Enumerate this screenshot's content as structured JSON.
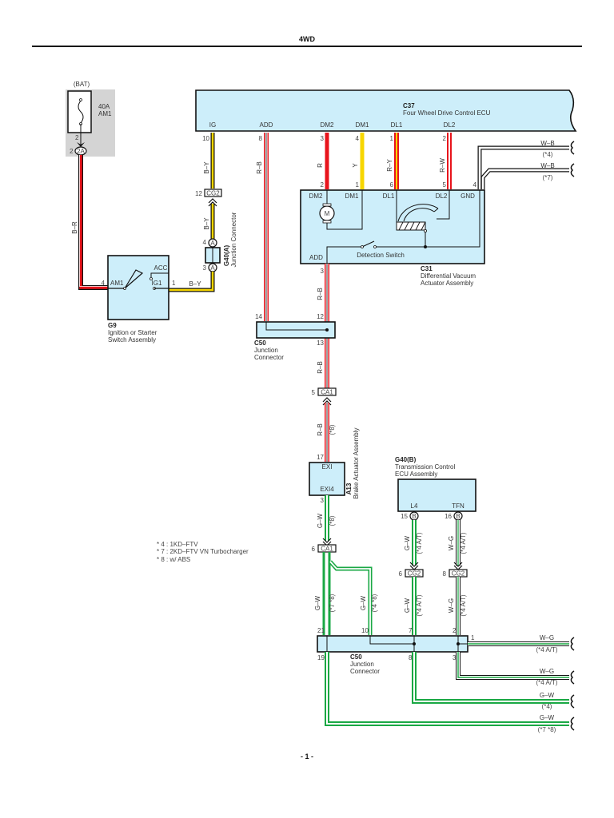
{
  "page": {
    "title": "4WD",
    "page_number": "- 1 -"
  },
  "components": {
    "fuse": {
      "label_top": "(BAT)",
      "rating": "40A",
      "name": "AM1",
      "pin": "2",
      "connector": "2A",
      "connector_pin": "2"
    },
    "c37": {
      "code": "C37",
      "name": "Four Wheel Drive Control ECU",
      "terminals": [
        {
          "name": "IG",
          "pin": "10"
        },
        {
          "name": "ADD",
          "pin": "8"
        },
        {
          "name": "DM2",
          "pin": "3"
        },
        {
          "name": "DM1",
          "pin": "4"
        },
        {
          "name": "DL1",
          "pin": "1"
        },
        {
          "name": "DL2",
          "pin": "2"
        }
      ]
    },
    "c31": {
      "code": "C31",
      "name_line1": "Differential Vacuum",
      "name_line2": "Actuator Assembly",
      "terminals": [
        {
          "name": "DM2",
          "pin": "2"
        },
        {
          "name": "DM1",
          "pin": "1"
        },
        {
          "name": "DL1",
          "pin": "6"
        },
        {
          "name": "DL2",
          "pin": "5"
        },
        {
          "name": "GND",
          "pin": "4"
        },
        {
          "name": "ADD",
          "pin": "3"
        }
      ],
      "motor_label": "M",
      "switch_label": "Detection Switch"
    },
    "g9": {
      "code": "G9",
      "name_line1": "Ignition or Starter",
      "name_line2": "Switch Assembly",
      "terminals": [
        {
          "name": "AM1",
          "pin": "4"
        },
        {
          "name": "IG1",
          "pin": "1"
        },
        {
          "name": "ACC",
          "pin": ""
        }
      ]
    },
    "g40a": {
      "code": "G40(A)",
      "name": "Junction Connector",
      "pin_top": "4",
      "pin_bottom": "3",
      "letter": "A"
    },
    "cg2_top": {
      "code": "CG2",
      "pin": "12"
    },
    "c50_top": {
      "code": "C50",
      "name_line1": "Junction",
      "name_line2": "Connector",
      "pins": [
        "14",
        "12",
        "13"
      ]
    },
    "ca1_top": {
      "code": "CA1",
      "pin": "5"
    },
    "a13": {
      "code": "A13",
      "name": "Brake Actuator Assembly",
      "terminals": [
        {
          "name": "EXI",
          "pin": "17"
        },
        {
          "name": "EXI4",
          "pin": "3"
        }
      ]
    },
    "ca1_bottom": {
      "code": "CA1",
      "pin": "6"
    },
    "g40b": {
      "code": "G40(B)",
      "name_line1": "Transmission Control",
      "name_line2": "ECU Assembly",
      "terminals": [
        {
          "name": "L4",
          "pin": "15"
        },
        {
          "name": "TFN",
          "pin": "16"
        }
      ],
      "letter": "B"
    },
    "cg2_l4": {
      "code": "CG2",
      "pin": "6"
    },
    "cg2_tfn": {
      "code": "CG2",
      "pin": "8"
    },
    "c50_bottom": {
      "code": "C50",
      "name_line1": "Junction",
      "name_line2": "Connector",
      "pins_top": [
        "21",
        "10",
        "7",
        "2"
      ],
      "pins_bottom": [
        "19",
        "8",
        "3"
      ],
      "pin_right": "1"
    }
  },
  "wires": {
    "ig": "B–Y",
    "add": "R–B",
    "dm2": "R",
    "dm1": "Y",
    "dl1": "R–Y",
    "dl2": "R–W",
    "gnd1": {
      "color": "W–B",
      "note": "(*4)"
    },
    "gnd2": {
      "color": "W–B",
      "note": "(*7)"
    },
    "am1": "B–R",
    "ig1": "B–Y",
    "cg2_g40a": "B–Y",
    "c31_c50": "R–B",
    "c50_ca1": "R–B",
    "ca1_a13": {
      "color": "R–B",
      "note": "(*8)"
    },
    "a13_ca1": {
      "color": "G–W",
      "note": "(*8)"
    },
    "ca1_c50_21": {
      "color": "G–W",
      "note": "(*7 *8)"
    },
    "ca1_c50_10": {
      "color": "G–W",
      "note": "(*4 *8)"
    },
    "l4": {
      "color": "G–W",
      "note": "(*4 A/T)"
    },
    "tfn": {
      "color": "W–G",
      "note": "(*4 A/T)"
    },
    "cg2_c50_7": {
      "color": "G–W",
      "note": "(*4 A/T)"
    },
    "cg2_c50_2": {
      "color": "W–G",
      "note": "(*4 A/T)"
    },
    "out1": {
      "color": "W–G",
      "note": "(*4 A/T)"
    },
    "out2": {
      "color": "W–G",
      "note": "(*4 A/T)"
    },
    "out3": {
      "color": "G–W",
      "note": "(*4)"
    },
    "out4": {
      "color": "G–W",
      "note": "(*7 *8)"
    }
  },
  "notes": [
    "* 4 : 1KD–FTV",
    "* 7 : 2KD–FTV VN Turbocharger",
    "* 8 : w/ ABS"
  ],
  "colors": {
    "component_fill": "#cdeefa",
    "red": "#e8141c",
    "yellow": "#f7d600",
    "green": "#1aa844",
    "black": "#111111",
    "fuse_bg": "#d4d4d4"
  }
}
